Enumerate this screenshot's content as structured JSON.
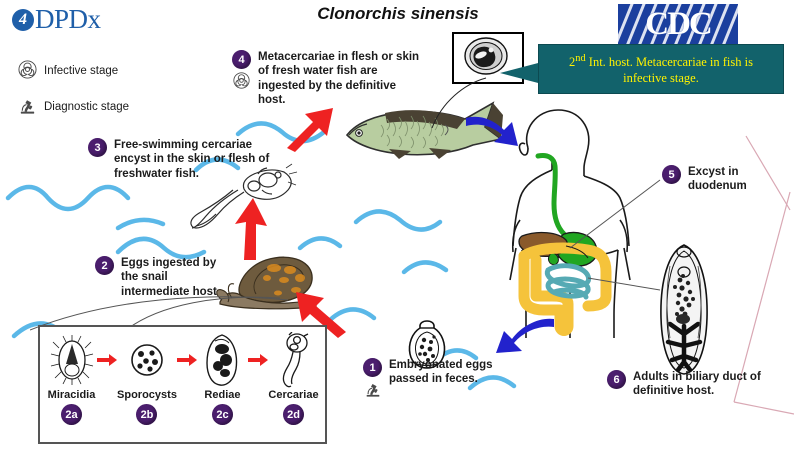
{
  "page": {
    "title": "Clonorchis sinensis",
    "background": "#ffffff"
  },
  "logos": {
    "dpdx": {
      "badge_glyph": "4",
      "text": "DPDx",
      "color": "#1f5fa9"
    },
    "cdc": {
      "text": "CDC",
      "color": "#1b3f9e"
    }
  },
  "legend": [
    {
      "icon": "biohazard-icon",
      "label": "Infective stage"
    },
    {
      "icon": "microscope-icon",
      "label": "Diagnostic stage"
    }
  ],
  "callout": {
    "text": "2nd Int. host. Metacercariae in fish is infective stage.",
    "text_prefix": "2",
    "text_sup": "nd",
    "text_rest": " Int. host. Metacercariae in fish is infective stage.",
    "background": "#12626b",
    "text_color": "#fff200"
  },
  "steps": [
    {
      "id": "step1",
      "number": "1",
      "text": "Embryonated eggs passed in feces.",
      "icons": [
        "microscope-icon"
      ]
    },
    {
      "id": "step2",
      "number": "2",
      "text": "Eggs ingested by the snail intermediate host.",
      "icons": []
    },
    {
      "id": "step3",
      "number": "3",
      "text": "Free-swimming cercariae encyst in the skin or flesh of freshwater fish.",
      "icons": []
    },
    {
      "id": "step4",
      "number": "4",
      "text": "Metacercariae in flesh or skin of fresh water fish are ingested by the definitive host.",
      "icons": [
        "biohazard-icon"
      ]
    },
    {
      "id": "step5",
      "number": "5",
      "text": "Excyst in duodenum",
      "icons": []
    },
    {
      "id": "step6",
      "number": "6",
      "text": "Adults in biliary duct of definitive host.",
      "icons": []
    }
  ],
  "snail_box": {
    "stages": [
      {
        "name": "Miracidia",
        "number": "2a",
        "art": "miracidium-illustration"
      },
      {
        "name": "Sporocysts",
        "number": "2b",
        "art": "sporocyst-illustration"
      },
      {
        "name": "Rediae",
        "number": "2c",
        "art": "redia-illustration"
      },
      {
        "name": "Cercariae",
        "number": "2d",
        "art": "cercaria-illustration"
      }
    ],
    "arrow_color": "#ee2222"
  },
  "artwork": {
    "fish": "fish-illustration",
    "snail": "snail-illustration",
    "cercaria": "free-swimming-cercaria-illustration",
    "human": "human-body-digestive-system-illustration",
    "adult_fluke": "adult-fluke-illustration",
    "egg": "embryonated-egg-illustration",
    "metacercaria_cyst": "metacercaria-cyst-micrograph",
    "waves": "water-waves-decoration"
  },
  "colors": {
    "step_number": "#4b1e6e",
    "red_arrow": "#ee2222",
    "blue_arrow": "#2222cc",
    "wave": "#5bb8e8",
    "liver": "#8a5a2b",
    "stomach": "#21a621",
    "colon": "#f5c33b",
    "small_intestine": "#56aab4",
    "pink_line": "#d9a8b4"
  }
}
